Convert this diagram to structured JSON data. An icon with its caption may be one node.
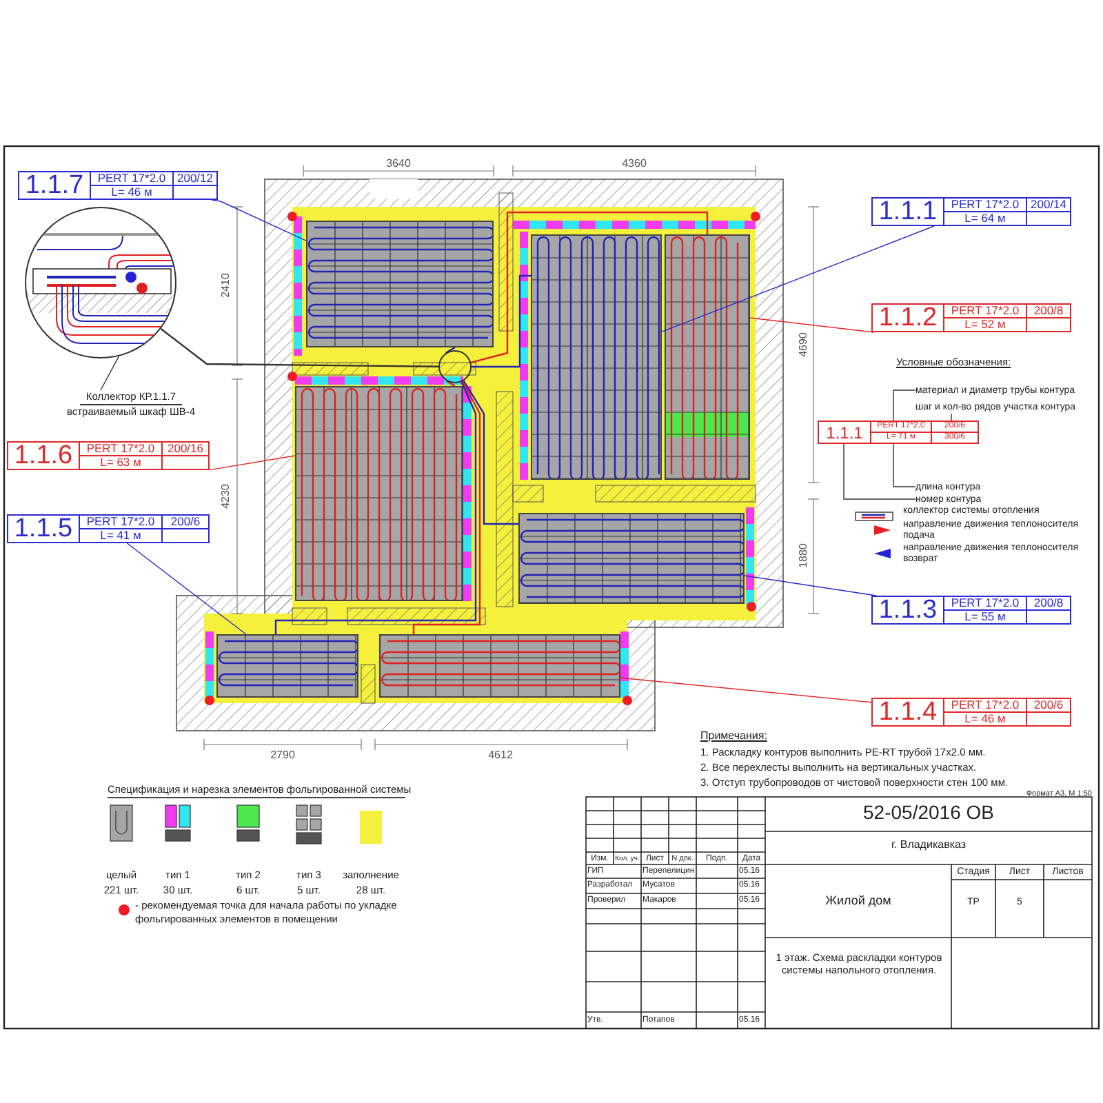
{
  "diagram": {
    "nodes": [
      {
        "text": [
          "1.1.7",
          "PERT 17*2.0",
          "200/12",
          "L= 46 м"
        ]
      },
      {
        "text": [],
        "shape": "picture"
      },
      {
        "text": [
          "Коллектор КР.1.1.7",
          "встраиваемый шкаф ШВ-4"
        ]
      },
      {
        "text": [
          "1.1.6",
          "PERT 17*2.0",
          "200/16",
          "L= 63 м"
        ]
      },
      {
        "text": [
          "1.1.5",
          "PERT 17*2.0",
          "200/6",
          "L= 41 м"
        ]
      },
      {
        "text": [],
        "shape": "box"
      },
      {
        "text": [],
        "shape": "box"
      },
      {
        "text": [],
        "shape": "circle"
      },
      {
        "text": [],
        "shape": "box"
      },
      {
        "text": [],
        "shape": "box"
      },
      {
        "text": [],
        "shape": "box"
      },
      {
        "text": [],
        "shape": "box"
      },
      {
        "text": [],
        "shape": "box"
      },
      {
        "text": [
          "1.1.1",
          "PERT 17*2.0",
          "200/14",
          "L= 64 м"
        ]
      },
      {
        "text": [
          "1.1.2",
          "PERT 17*2.0",
          "200/8",
          "L= 52 м"
        ]
      },
      {
        "text": [
          "материал и диаметр трубы контура"
        ]
      },
      {
        "text": [
          "шаг и кол-во рядов участка контура"
        ]
      },
      {
        "text": [
          "1.1.1",
          "PERT 17*2.0",
          "200/6",
          "L= 71 м",
          "300/6"
        ]
      },
      {
        "text": [
          "длина контура"
        ]
      },
      {
        "text": [
          "номер контура"
        ]
      },
      {
        "text": [
          "1.1.3",
          "PERT 17*2.0",
          "200/8",
          "L= 55 м"
        ]
      },
      {
        "text": [
          "1.1.4",
          "PERT 17*2.0",
          "200/6",
          "L= 46 м"
        ]
      }
    ],
    "edges": [
      {
        "from": 0,
        "to": 5,
        "arrow": "none",
        "color": "#2b2bd0"
      },
      {
        "from": 2,
        "to": 1,
        "arrow": "none",
        "color": "#333333"
      },
      {
        "from": 1,
        "to": 7,
        "arrow": "none",
        "color": "#333333"
      },
      {
        "from": 3,
        "to": 6,
        "arrow": "none",
        "color": "#e02828"
      },
      {
        "from": 4,
        "to": 11,
        "arrow": "none",
        "color": "#2b2bd0"
      },
      {
        "from": 13,
        "to": 8,
        "arrow": "none",
        "color": "#2b2bd0"
      },
      {
        "from": 14,
        "to": 9,
        "arrow": "none",
        "color": "#e02828"
      },
      {
        "from": 15,
        "to": 17,
        "arrow": "none",
        "color": "#333333"
      },
      {
        "from": 16,
        "to": 17,
        "arrow": "none",
        "color": "#333333"
      },
      {
        "from": 18,
        "to": 17,
        "arrow": "none",
        "color": "#333333"
      },
      {
        "from": 19,
        "to": 17,
        "arrow": "none",
        "color": "#333333"
      },
      {
        "from": 20,
        "to": 10,
        "arrow": "none",
        "color": "#2b2bd0"
      },
      {
        "from": 21,
        "to": 12,
        "arrow": "none",
        "color": "#e02828"
      },
      {
        "from": 7,
        "to": 5,
        "arrow": "none",
        "color": "#2323b8"
      },
      {
        "from": 7,
        "to": 8,
        "arrow": "none",
        "color": "#2323b8"
      },
      {
        "from": 7,
        "to": 9,
        "arrow": "none",
        "color": "#e02020"
      },
      {
        "from": 7,
        "to": 6,
        "arrow": "none",
        "color": "#e02020"
      },
      {
        "from": 7,
        "to": 10,
        "arrow": "none",
        "color": "#2323b8"
      },
      {
        "from": 7,
        "to": 11,
        "arrow": "none",
        "color": "#2323b8"
      },
      {
        "from": 7,
        "to": 12,
        "arrow": "none",
        "color": "#e02020"
      }
    ],
    "labels": [
      "3640",
      "4360",
      "2410",
      "4690",
      "4230",
      "1880",
      "2790",
      "4612",
      "Условные обозначения:",
      "Примечания:",
      "1. Раскладку контуров выполнить PE-RT трубой 17x2.0 мм.",
      "2. Все перехлесты выполнить на вертикальных участках.",
      "3. Отступ трубопроводов от чистовой поверхности стен 100 мм.",
      "Формат А3, М 1:50",
      "Спецификация и нарезка элементов фольгированной системы",
      "целый",
      "221 шт.",
      "тип 1",
      "30 шт.",
      "тип 2",
      "6 шт.",
      "тип 3",
      "5 шт.",
      "заполнение",
      "28 шт.",
      "52-05/2016 ОВ",
      "г. Владикавказ",
      "Изм.",
      "Кол. уч.",
      "Лист",
      "N док.",
      "Подп.",
      "Дата",
      "ГИП",
      "Перепелицин",
      "05.16",
      "Стадия",
      "Лист",
      "Листов",
      "Разработал",
      "Мусатов",
      "05.16",
      "Проверил",
      "Макаров",
      "05.16",
      "Жилой дом",
      "ТР",
      "5",
      "1 этаж. Схема раскладки контуров системы напольного отопления.",
      "Утв.",
      "Потапов",
      "05.16"
    ],
    "legend": [
      {
        "text": "коллектор системы отопления"
      },
      {
        "text": "направление движения теплоносителя подача"
      },
      {
        "text": "направление движения теплоносителя возврат"
      },
      {
        "text": "- рекомендуемая точка для начала работы по укладке фольгированных элементов в помещении",
        "color": "#ee1c25"
      }
    ]
  }
}
